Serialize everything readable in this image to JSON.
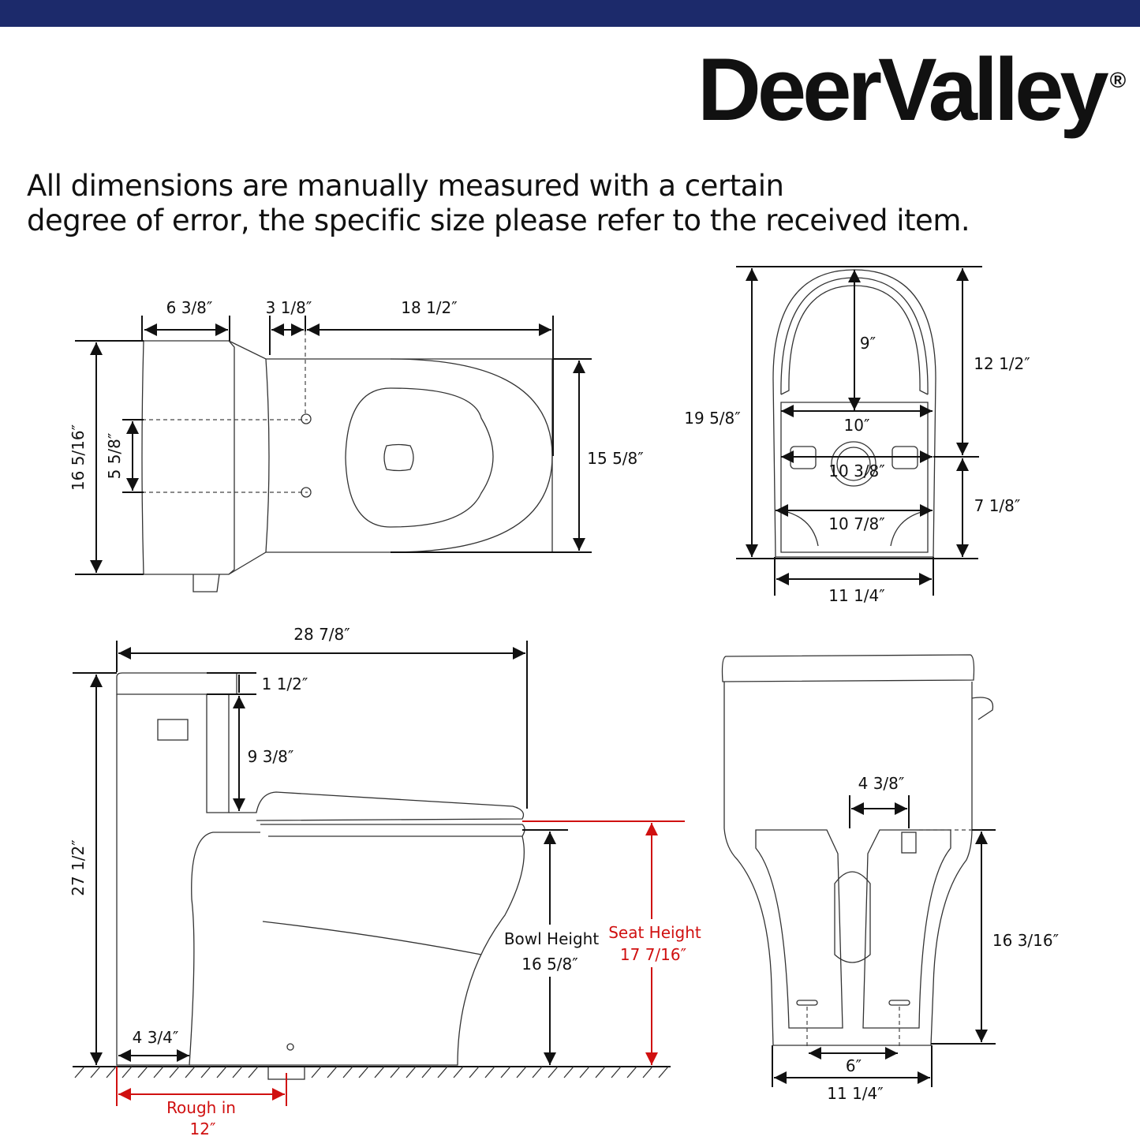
{
  "brand": {
    "name": "DeerValley",
    "mark": "®",
    "bar_color": "#1c2a6b"
  },
  "note": {
    "line1": "All dimensions are manually measured with a certain",
    "line2": "degree of error, the specific size please refer to the received item."
  },
  "top_view": {
    "tank_depth": "6 3/8″",
    "neck": "3 1/8″",
    "bowl_length": "18 1/2″",
    "overall_width": "16 5/16″",
    "bolt_spacing": "5 5/8″",
    "bowl_width": "15 5/8″"
  },
  "bottom_view": {
    "overall_length": "19 5/8″",
    "front_to_outlet": "12 1/2″",
    "outlet_to_rear": "7 1/8″",
    "arch_depth": "9″",
    "width_upper": "10″",
    "width_mid": "10 3/8″",
    "width_lower": "10 7/8″",
    "base_width": "11 1/4″"
  },
  "side_view": {
    "overall_length": "28 7/8″",
    "lid_height": "1 1/2″",
    "tank_height": "9 3/8″",
    "overall_height": "27 1/2″",
    "rear_offset": "4 3/4″",
    "bowl_height_label": "Bowl Height",
    "bowl_height": "16 5/8″",
    "seat_height_label": "Seat Height",
    "seat_height": "17 7/16″",
    "rough_in_label": "Rough in",
    "rough_in": "12″",
    "accent_color": "#d01010"
  },
  "rear_view": {
    "outlet_offset": "4 3/8″",
    "base_height": "16 3/16″",
    "bolt_spacing": "6″",
    "base_width": "11 1/4″"
  }
}
